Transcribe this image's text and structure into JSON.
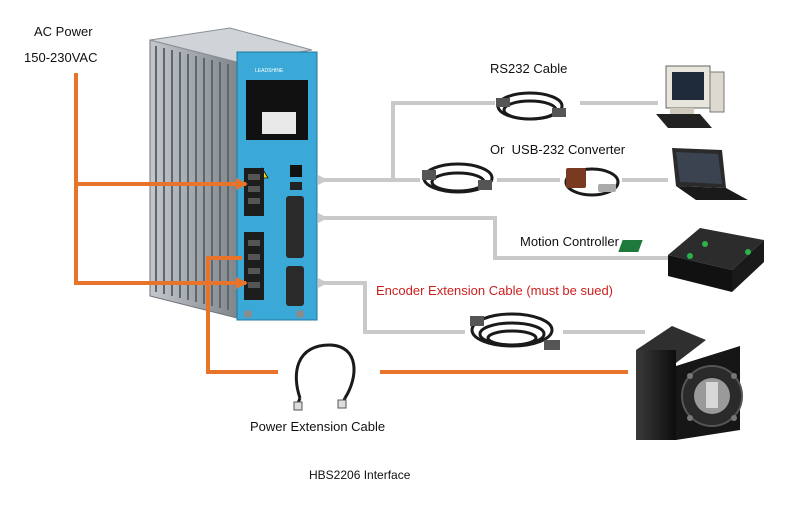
{
  "labels": {
    "ac_power_line1": "AC Power",
    "ac_power_line2": "150-230VAC",
    "rs232": "RS232 Cable",
    "or_usb": "Or  USB-232 Converter",
    "motion": "Motion Controller",
    "encoder": "Encoder Extension Cable (must be sued)",
    "power_cable": "Power Extension Cable",
    "caption": "HBS2206 Interface",
    "drive_brand": "LEADSHINE"
  },
  "colors": {
    "power_line": "#e8742c",
    "signal_line": "#c9c9c9",
    "drive_panel": "#3aa9d8",
    "heatsink": "#9aa0a6",
    "encoder_text": "#cc1f1f",
    "motor_body": "#1c1c1c"
  },
  "icons": {
    "desktop": "desktop-pc-icon",
    "laptop": "laptop-icon",
    "controller": "motion-controller-board-icon",
    "motor": "servo-motor-icon",
    "drive": "servo-drive-icon"
  }
}
